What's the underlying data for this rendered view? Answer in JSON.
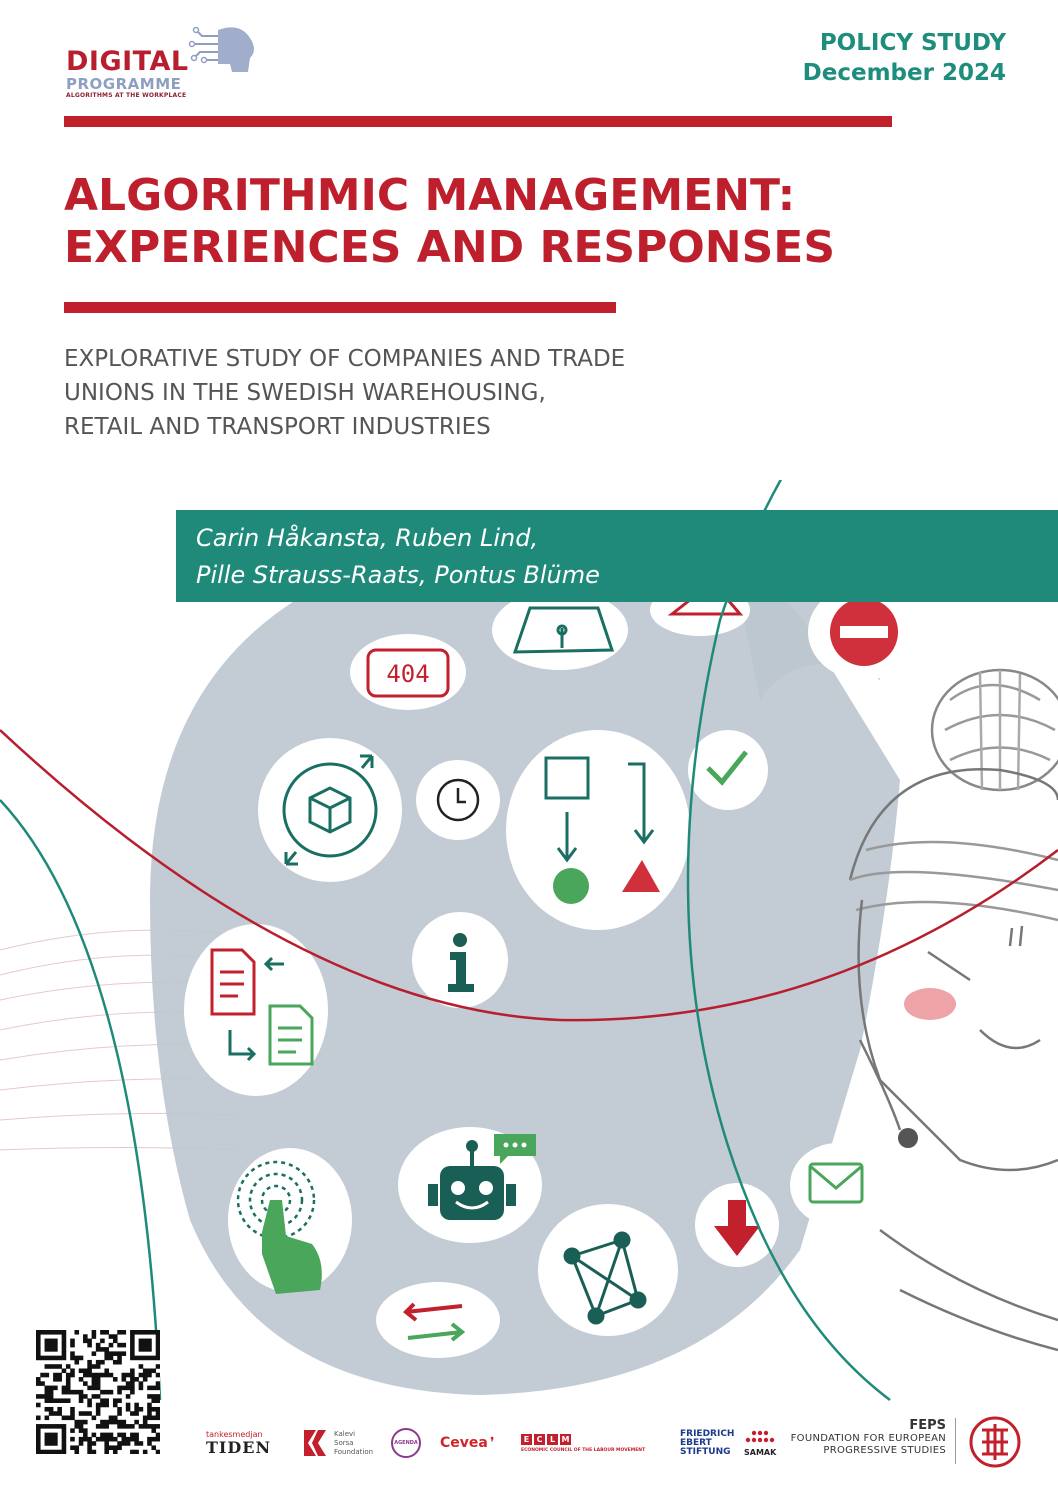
{
  "logo": {
    "line1": "DIGITAL",
    "line2": "PROGRAMME",
    "line3": "ALGORITHMS AT THE WORKPLACE"
  },
  "header": {
    "study_type": "POLICY STUDY",
    "date": "December 2024"
  },
  "title": {
    "line1": "ALGORITHMIC MANAGEMENT:",
    "line2": "EXPERIENCES AND RESPONSES"
  },
  "subtitle": {
    "line1": "EXPLORATIVE STUDY OF COMPANIES AND TRADE",
    "line2": "UNIONS IN THE SWEDISH WAREHOUSING,",
    "line3": "RETAIL AND TRANSPORT INDUSTRIES"
  },
  "authors": {
    "line1": "Carin Håkansta, Ruben Lind,",
    "line2": "Pille Strauss-Raats, Pontus Blüme"
  },
  "illustration": {
    "error_code": "404"
  },
  "partners": {
    "tiden_small": "tankesmedjan",
    "tiden": "TIDEN",
    "kalevi_line1": "Kalevi",
    "kalevi_line2": "Sorsa",
    "kalevi_line3": "Foundation",
    "agenda": "AGENDA",
    "cevea": "Cevea",
    "eclm_letters": [
      "E",
      "C",
      "L",
      "M"
    ],
    "eclm_text": "ECONOMIC COUNCIL OF THE LABOUR MOVEMENT",
    "fes_line1": "FRIEDRICH",
    "fes_line2": "EBERT",
    "fes_line3": "STIFTUNG",
    "samak": "SAMAK",
    "feps_short": "FEPS",
    "feps_line1": "FOUNDATION FOR EUROPEAN",
    "feps_line2": "PROGRESSIVE STUDIES"
  },
  "colors": {
    "red": "#be1f2c",
    "teal": "#1f8a7a",
    "grey_text": "#555555",
    "blob_grey": "#bcc6cf"
  }
}
